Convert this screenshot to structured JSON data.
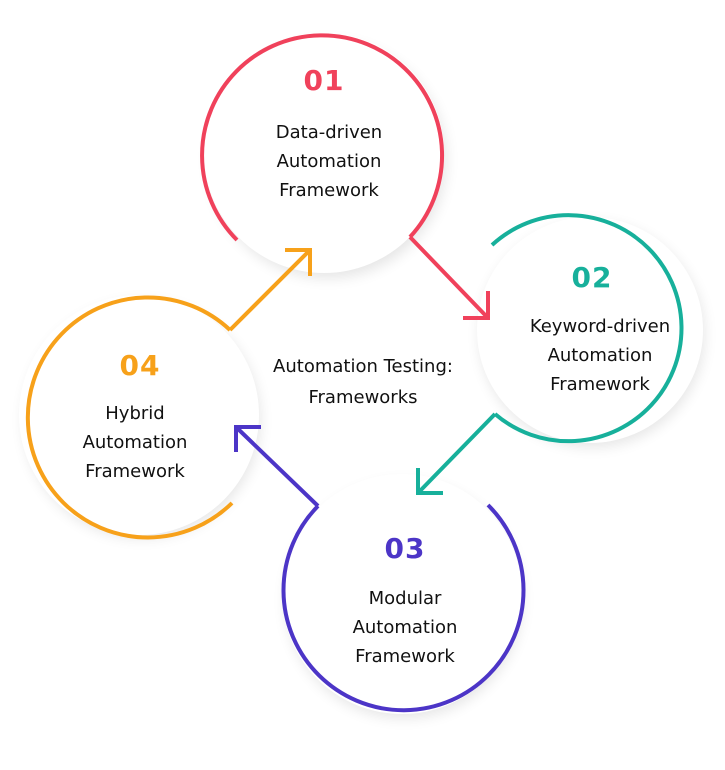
{
  "center": {
    "line1": "Automation Testing:",
    "line2": "Frameworks"
  },
  "steps": [
    {
      "number": "01",
      "color": "#f0415b",
      "lines": [
        "Data-driven",
        "Automation",
        "Framework"
      ]
    },
    {
      "number": "02",
      "color": "#17b09b",
      "lines": [
        "Keyword-driven",
        "Automation",
        "Framework"
      ]
    },
    {
      "number": "03",
      "color": "#4c35c7",
      "lines": [
        "Modular",
        "Automation",
        "Framework"
      ]
    },
    {
      "number": "04",
      "color": "#f7a11a",
      "lines": [
        "Hybrid",
        "Automation",
        "Framework"
      ]
    }
  ]
}
